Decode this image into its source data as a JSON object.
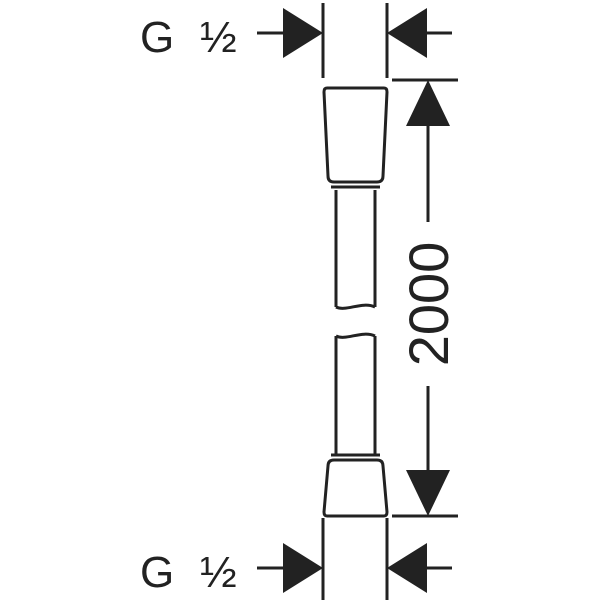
{
  "diagram": {
    "top_thread": {
      "letter": "G",
      "fraction": "½"
    },
    "bottom_thread": {
      "letter": "G",
      "fraction": "½"
    },
    "length_dimension": "2000"
  },
  "colors": {
    "line": "#222222",
    "background": "#ffffff"
  }
}
